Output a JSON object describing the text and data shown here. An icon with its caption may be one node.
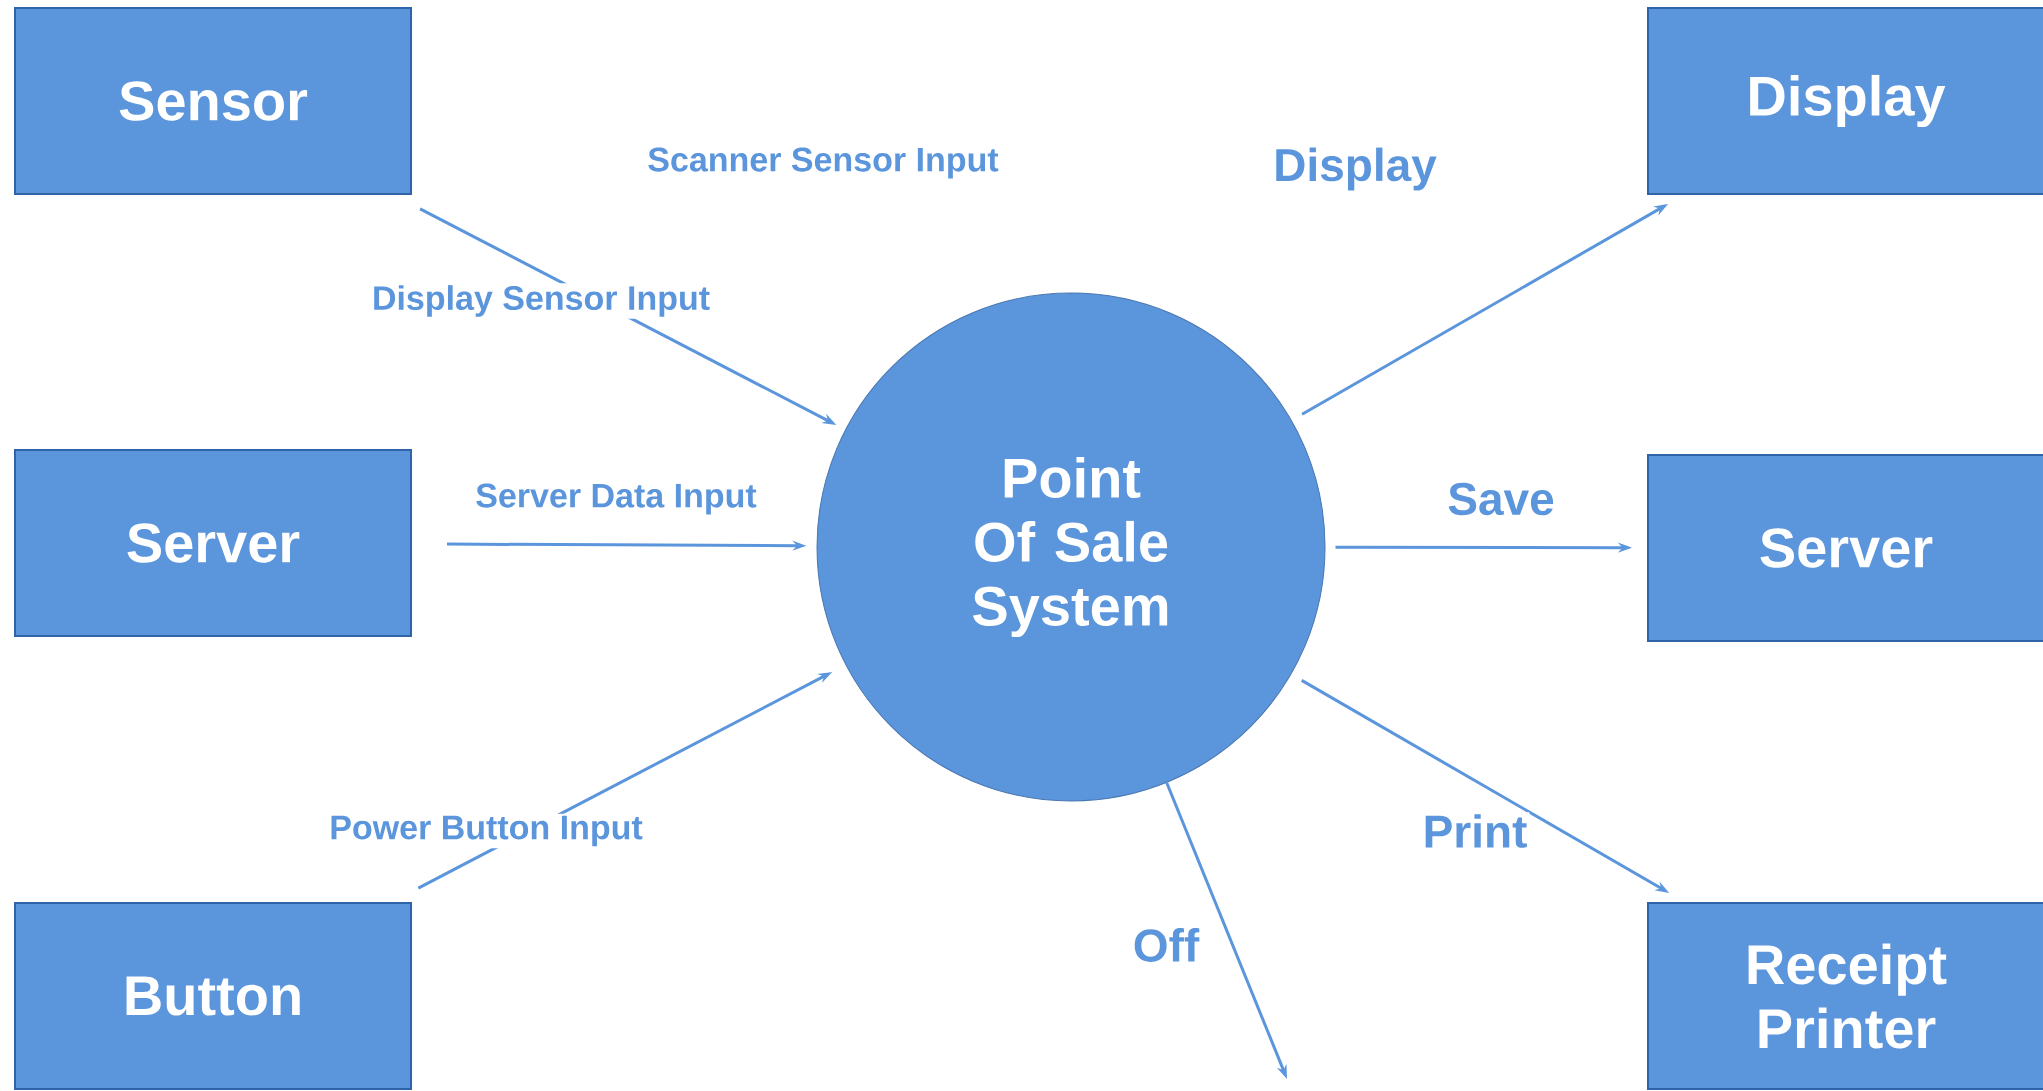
{
  "diagram": {
    "nodes": [
      {
        "text": [
          "Sensor"
        ]
      },
      {
        "text": [
          "Server"
        ]
      },
      {
        "text": [
          "Button"
        ]
      },
      {
        "text": [
          "Point Of Sale System"
        ]
      },
      {
        "text": [
          "Display"
        ]
      },
      {
        "text": [
          "Server"
        ]
      },
      {
        "text": [
          "Receipt Printer"
        ]
      }
    ],
    "edges": [
      {
        "from": 0,
        "to": 3,
        "arrow": "to",
        "label": "Scanner Sensor Input"
      },
      {
        "from": 1,
        "to": 3,
        "arrow": "to",
        "label": "Server Data Input"
      },
      {
        "from": 2,
        "to": 3,
        "arrow": "to",
        "label": "Power Button Input"
      },
      {
        "from": 3,
        "to": 4,
        "arrow": "to",
        "label": "Display"
      },
      {
        "from": 3,
        "to": 5,
        "arrow": "to",
        "label": "Save"
      },
      {
        "from": 3,
        "to": 6,
        "arrow": "to",
        "label": "Print"
      },
      {
        "from": 3,
        "to": null,
        "arrow": "to",
        "label": "Off"
      }
    ],
    "labels": [
      "Display Sensor Input"
    ]
  }
}
